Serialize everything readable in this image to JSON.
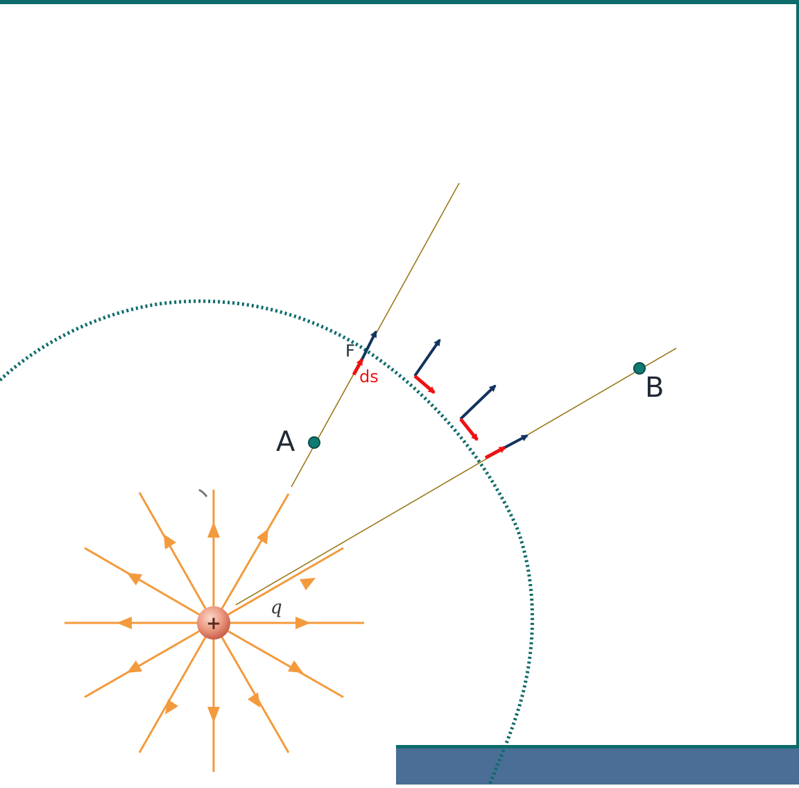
{
  "labels": {
    "point_a": "A",
    "point_b": "B",
    "force": "F",
    "displacement": "ds",
    "charge": "q",
    "charge_sign": "+"
  },
  "colors": {
    "frame": "#0d6b6b",
    "path_dots": "#0d6b6b",
    "radial_line": "#9a7a1a",
    "force_arrow": "#12335e",
    "ds_arrow": "#ee1111",
    "field_lines": "#f39a3c",
    "charge_fill": "#e88f78",
    "point_marker": "#0f7a72",
    "bottom_bar": "#4a6e96",
    "bottom_bar_border": "#0d6b6b"
  },
  "icons": {
    "charge": "positive-point-charge-icon",
    "points": "circle-point-marker-icon"
  }
}
